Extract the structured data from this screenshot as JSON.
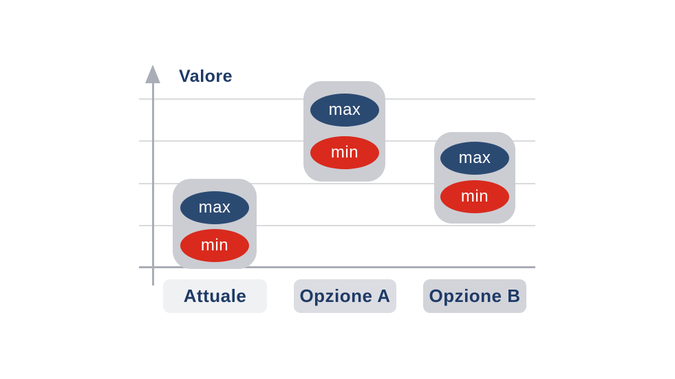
{
  "axis": {
    "y_label": "Valore"
  },
  "groups": [
    {
      "label": "Attuale",
      "max_label": "max",
      "min_label": "min"
    },
    {
      "label": "Opzione A",
      "max_label": "max",
      "min_label": "min"
    },
    {
      "label": "Opzione B",
      "max_label": "max",
      "min_label": "min"
    }
  ],
  "colors": {
    "navy-text": "#1e3a66",
    "max-fill": "#2b4a72",
    "min-fill": "#d92a1d",
    "block-gray": "#cbcdd3",
    "label-bg-attuale": "#f0f1f3",
    "label-bg-a": "#dcdde2",
    "label-bg-b": "#d3d4da",
    "axis-gray": "#a9adb5",
    "grid-gray": "#d9dadc",
    "ellipse-text": "#ffffff"
  },
  "chart_data": {
    "type": "bar",
    "subtype": "floating-range-blocks",
    "categories": [
      "Attuale",
      "Opzione A",
      "Opzione B"
    ],
    "series": [
      {
        "name": "max",
        "values": [
          1.4,
          3.7,
          2.6
        ],
        "color": "#2b4a72"
      },
      {
        "name": "min",
        "values": [
          0.5,
          2.7,
          1.7
        ],
        "color": "#d92a1d"
      }
    ],
    "title": "",
    "xlabel": "",
    "ylabel": "Valore",
    "ylim": [
      0,
      4.8
    ],
    "yticks_labeled": false,
    "gridlines": [
      1,
      2,
      3,
      4
    ],
    "grid": true,
    "legend_position": "none",
    "notes": "Qualitative comparison chart: no numeric tick labels; values estimated in gridline units from baseline. Each category shows a gray rounded block containing a blue 'max' ellipse above a red 'min' ellipse; y-axis has an upward arrow labeled 'Valore'."
  }
}
